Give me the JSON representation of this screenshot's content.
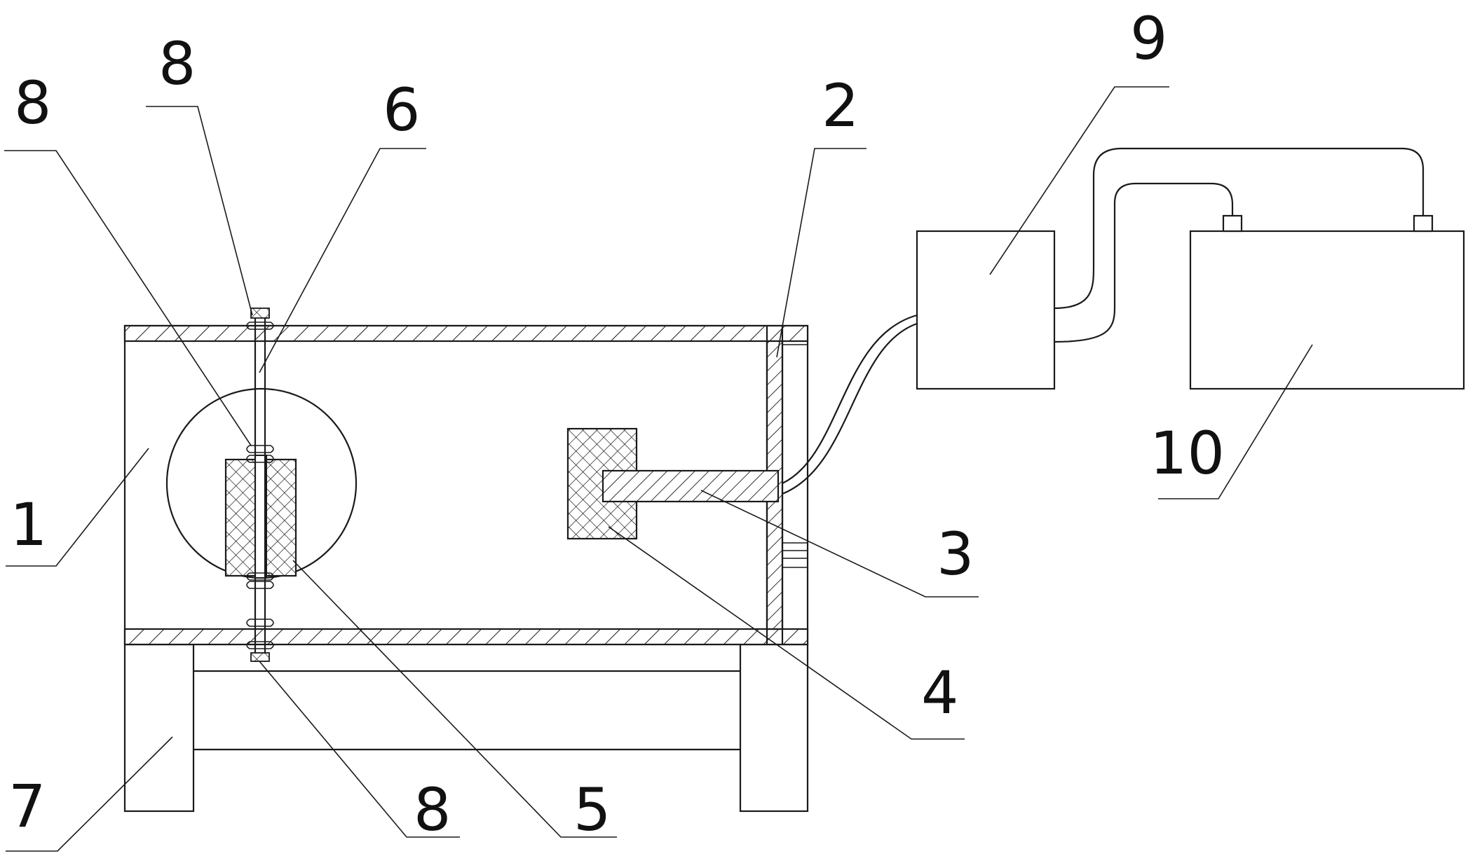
{
  "labels": {
    "l1": "1",
    "l2": "2",
    "l3": "3",
    "l4": "4",
    "l5": "5",
    "l6": "6",
    "l7": "7",
    "l8_top_inner": "8",
    "l8_top_outer": "8",
    "l8_bottom": "8",
    "l9": "9",
    "l10": "10"
  }
}
